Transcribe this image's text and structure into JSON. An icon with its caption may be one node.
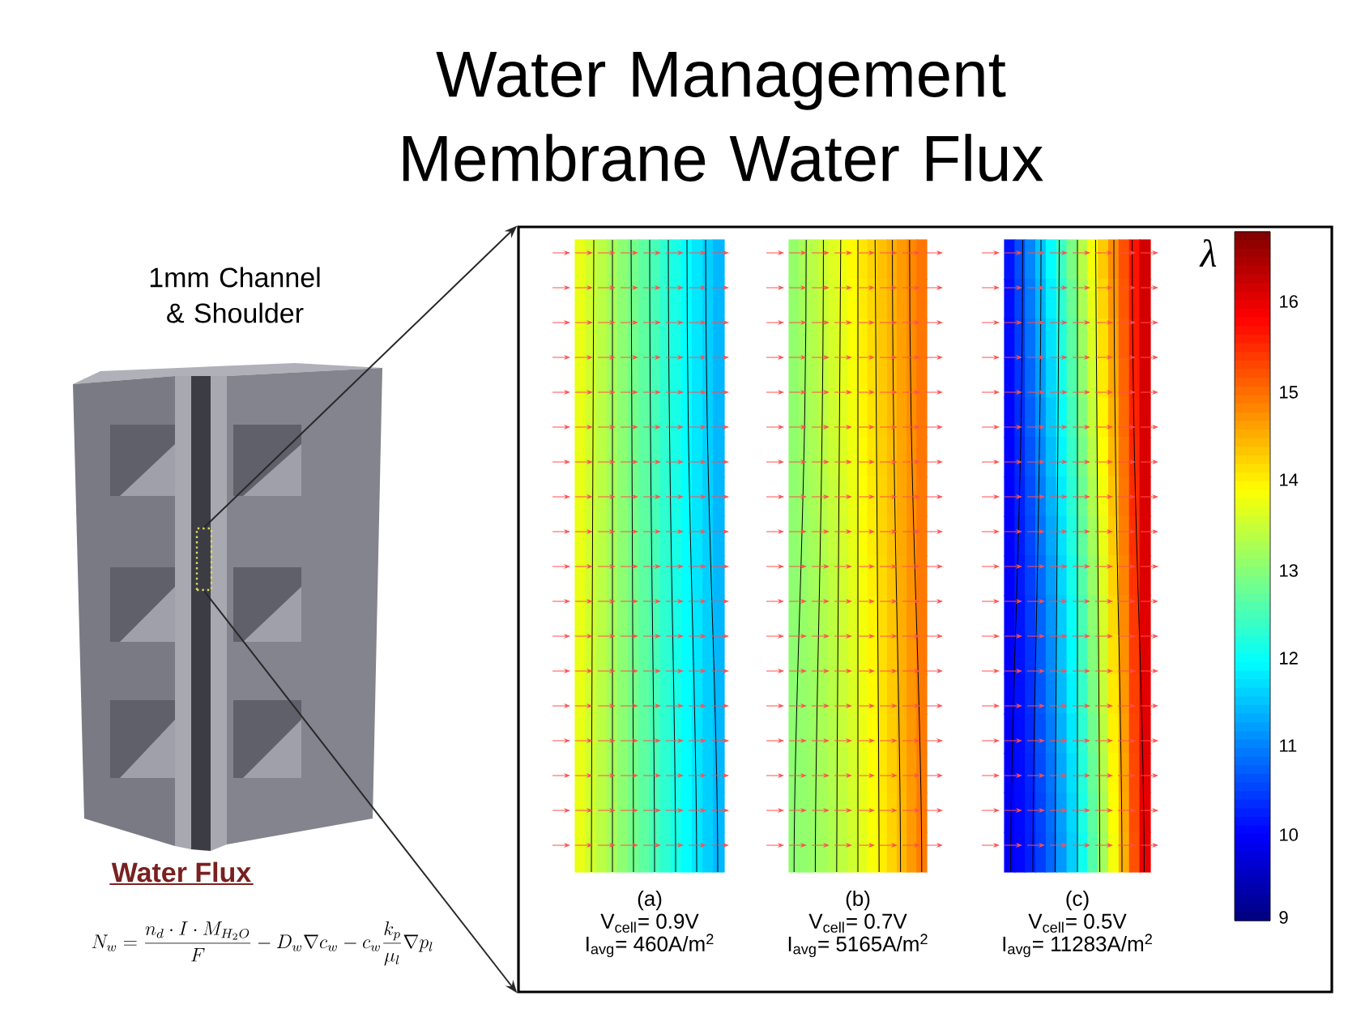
{
  "diagram": {
    "title": "Water Management Membrane Water Flux",
    "nodes": [
      {
        "text": [],
        "shape": "picture",
        "beside": [
          "1mm Channel & Shoulder"
        ]
      },
      {
        "text": [],
        "shape": "box",
        "in": 0
      },
      {
        "text": [],
        "shape": "box"
      },
      {
        "text": [
          "(a)",
          "V$_{cell}$= 0.9V",
          "I$_{avg}$= 460A/m$^{2}$"
        ],
        "in": 2
      },
      {
        "text": [
          "(b)",
          "V$_{cell}$= 0.7V",
          "I$_{avg}$= 5165A/m$^{2}$"
        ],
        "in": 2
      },
      {
        "text": [
          "(c)",
          "V$_{cell}$= 0.5V",
          "I$_{avg}$= 11283A/m$^{2}$"
        ],
        "in": 2
      }
    ],
    "edges": [
      {
        "from": 1,
        "to": 2,
        "arrow": "to"
      },
      {
        "from": 1,
        "to": 2,
        "arrow": "to"
      }
    ],
    "labels": [
      "λ",
      "16",
      "15",
      "14",
      "13",
      "12",
      "11",
      "10",
      "9",
      "Water Flux",
      "N_{w}=\\frac{n_{d}\\cdot I\\cdot M_{H_{2}O}}{F}-D_{w}\\nabla c_{w}-c_{w}\\frac{k_{p}}{\\mu_{l}}\\nabla p_{l}"
    ]
  }
}
